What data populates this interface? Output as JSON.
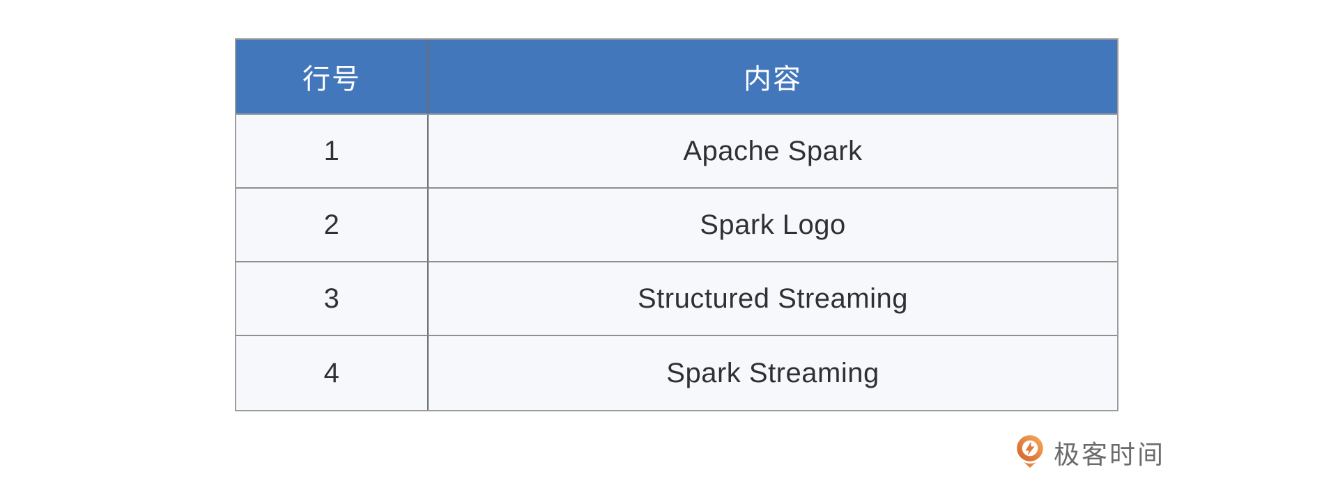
{
  "page": {
    "background": "#ffffff",
    "description": "Slide figure: table of streaming-related terms with row numbers, GeekTime watermark"
  },
  "chart_data": {
    "type": "table",
    "title": "",
    "columns": [
      "行号",
      "内容"
    ],
    "rows": [
      [
        "1",
        "Apache Spark"
      ],
      [
        "2",
        "Spark Logo"
      ],
      [
        "3",
        "Structured Streaming"
      ],
      [
        "4",
        "Spark Streaming"
      ]
    ],
    "layout_hints": {
      "header_bg": "#4377bb",
      "header_text_color": "#ffffff",
      "row_bg": "#f7f8fb",
      "body_text_color": "#2e3033",
      "border_color": "#8f8f8f",
      "column_alignment": [
        "center",
        "center"
      ]
    }
  },
  "table": {
    "header": {
      "col_num": "行号",
      "col_content": "内容"
    },
    "rows": [
      {
        "num": "1",
        "content": "Apache Spark"
      },
      {
        "num": "2",
        "content": "Spark Logo"
      },
      {
        "num": "3",
        "content": "Structured Streaming"
      },
      {
        "num": "4",
        "content": "Spark Streaming"
      }
    ]
  },
  "branding": {
    "logo_text": "极客时间",
    "logo_text_color": "#6b6b6b",
    "icon_name": "geektime-icon",
    "icon_color_start": "#f3a558",
    "icon_color_end": "#d4682e"
  }
}
